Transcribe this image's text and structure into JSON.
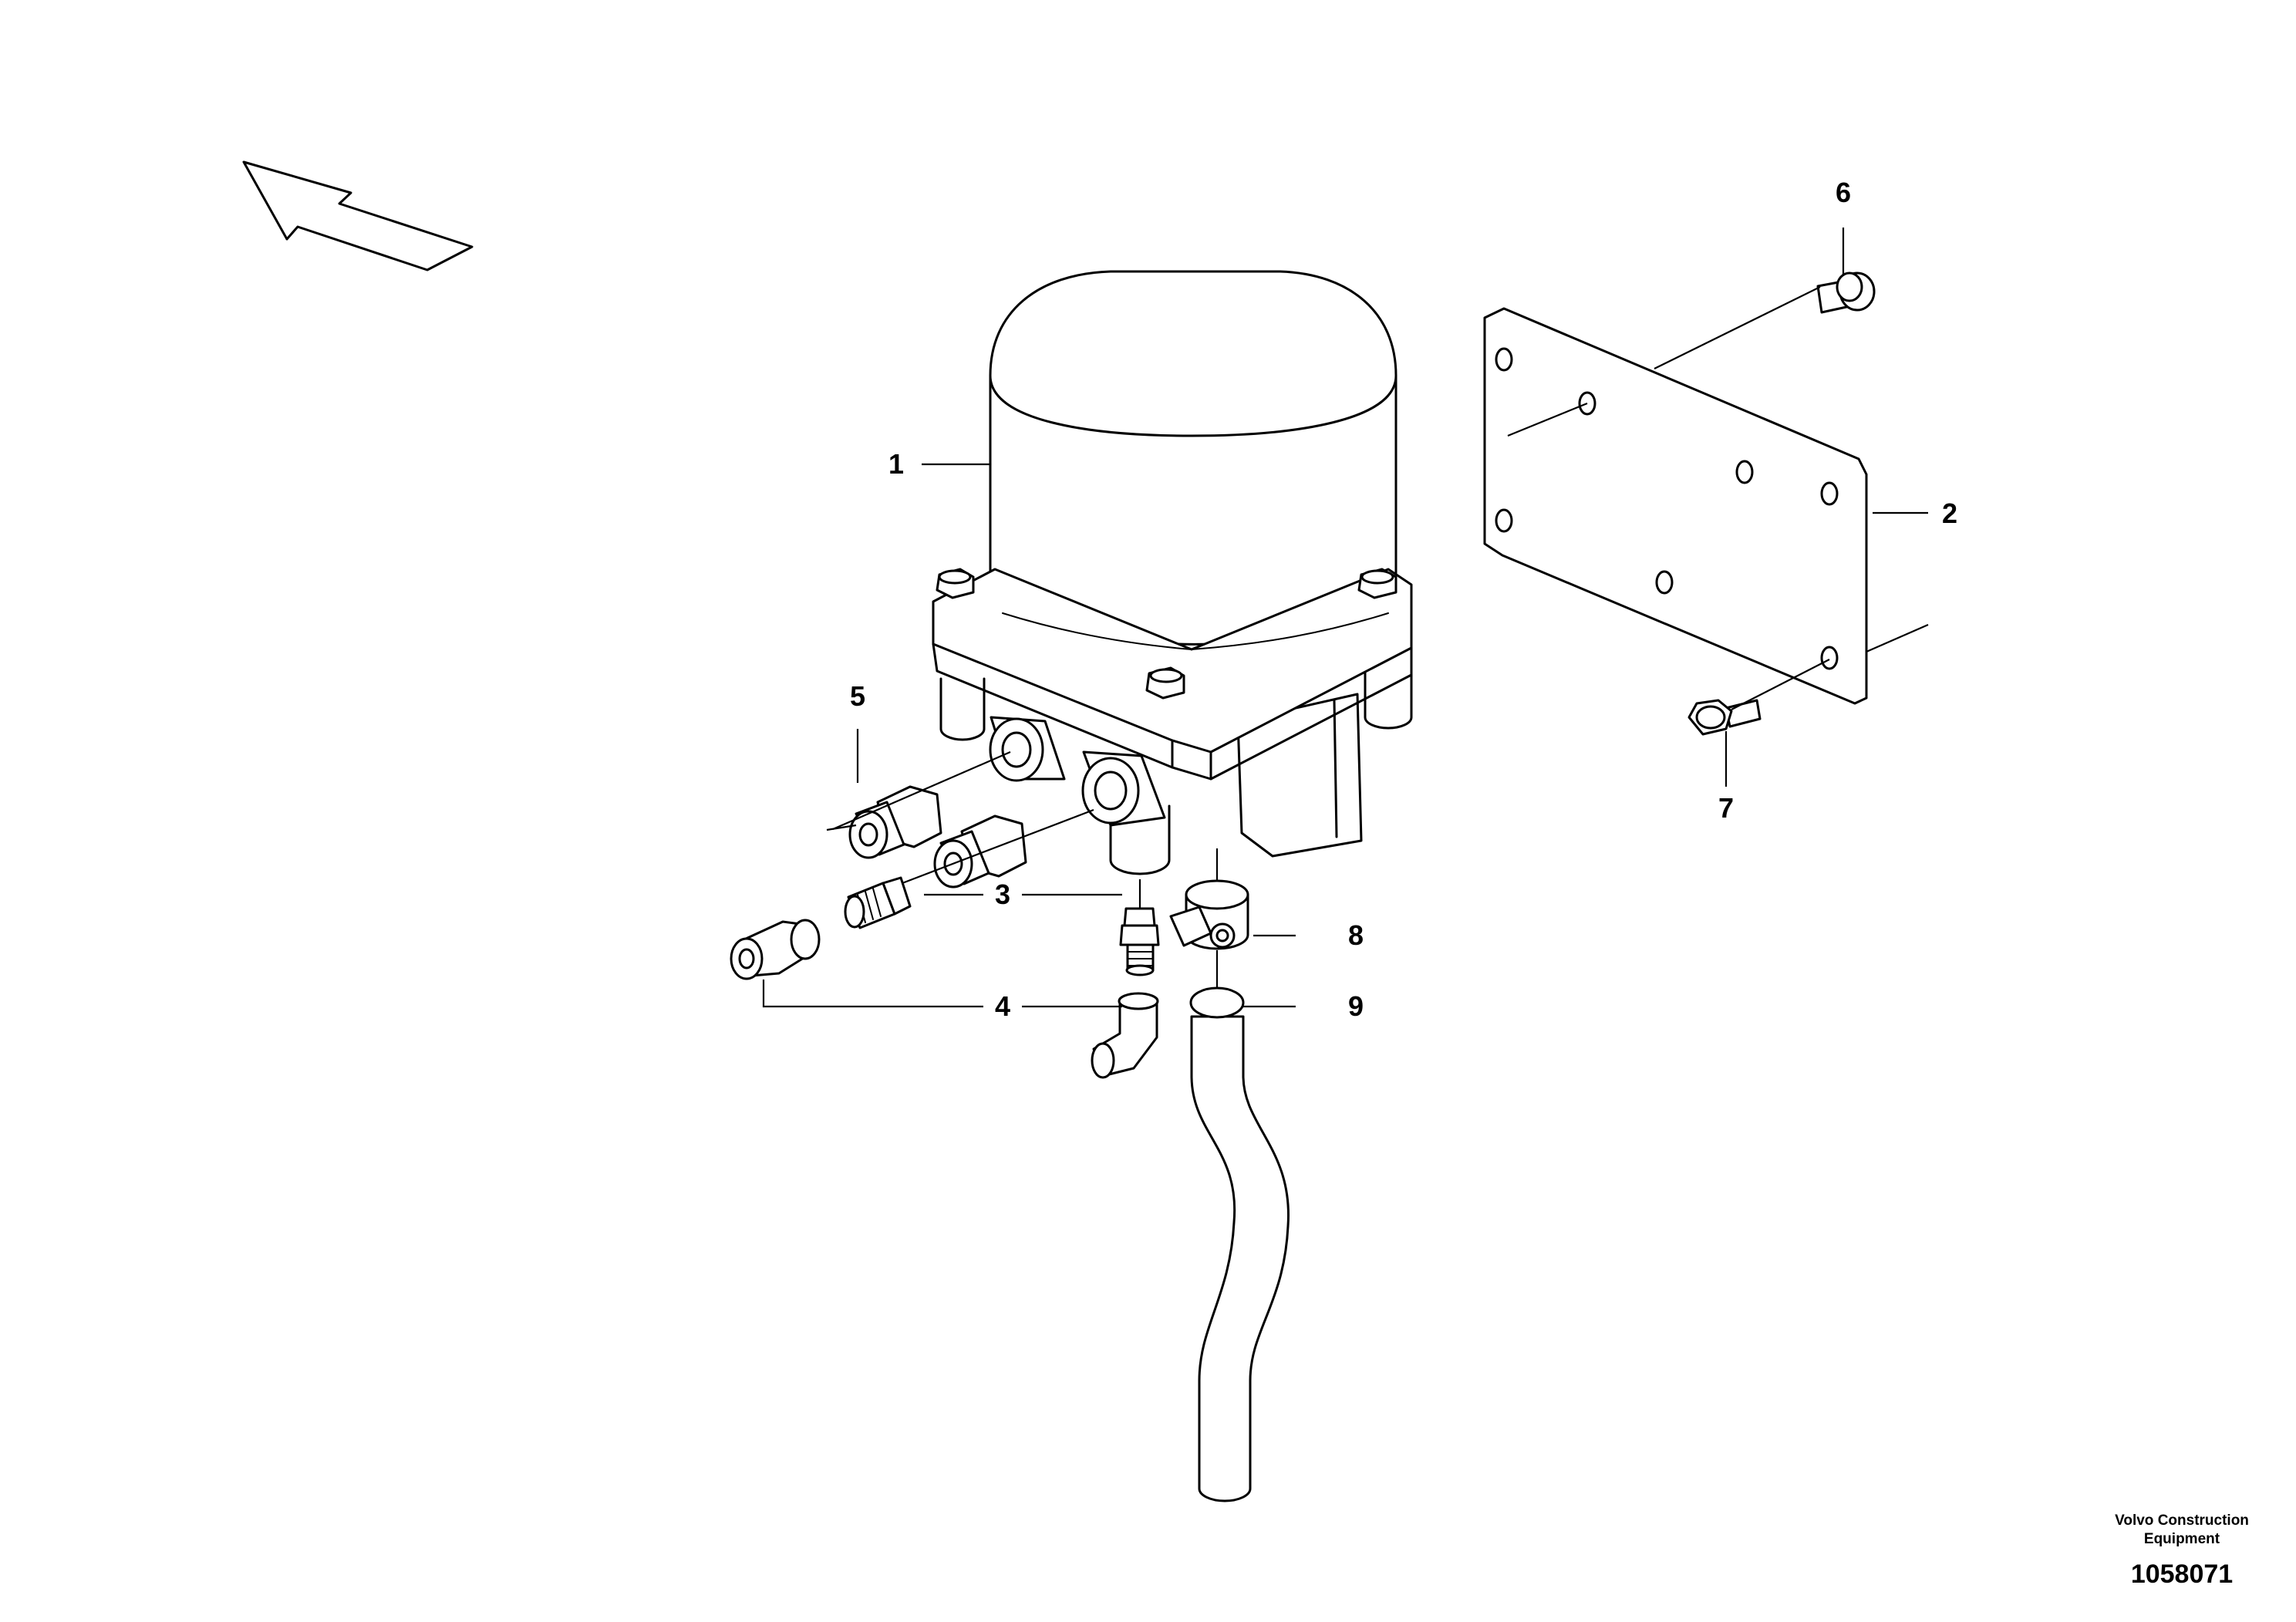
{
  "callouts": {
    "c1": "1",
    "c2": "2",
    "c3": "3",
    "c4": "4",
    "c5": "5",
    "c6": "6",
    "c7": "7",
    "c8": "8",
    "c9": "9"
  },
  "footer": {
    "company_line1": "Volvo Construction",
    "company_line2": "Equipment",
    "drawing_number": "1058071"
  },
  "direction_arrow": "hollow-direction-arrow-pointing-up-left"
}
